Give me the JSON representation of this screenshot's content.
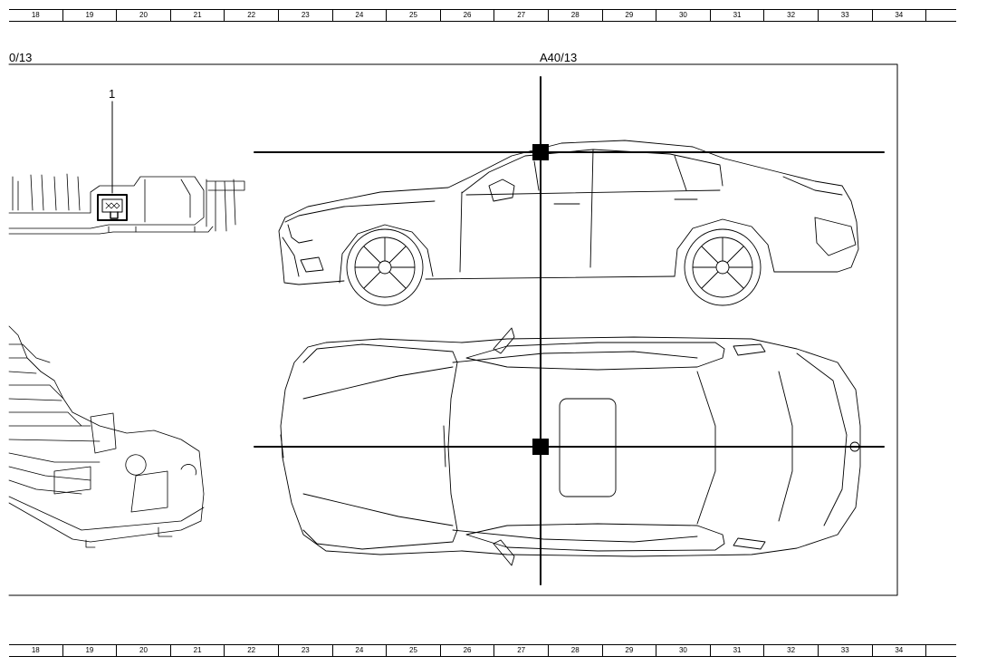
{
  "ruler_columns": [
    "18",
    "19",
    "20",
    "21",
    "22",
    "23",
    "24",
    "25",
    "26",
    "27",
    "28",
    "29",
    "30",
    "31",
    "32",
    "33",
    "34"
  ],
  "labels": {
    "left_ref": "0/13",
    "main_ref": "A40/13",
    "callout": "1"
  },
  "icons": {
    "connector": "connector-pin-icon",
    "locator": "component-location-marker-icon"
  },
  "colors": {
    "line": "#000000",
    "background": "#ffffff"
  }
}
